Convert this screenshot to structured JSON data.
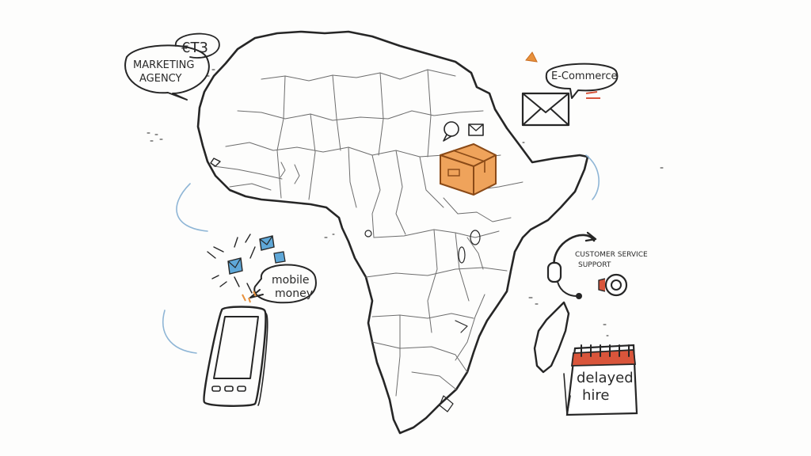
{
  "bubbles": {
    "marketing_line1": "MARKETING",
    "marketing_line2": "AGENCY",
    "marketing_scribble": "€T3",
    "ecommerce": "E-Commerce",
    "mobile_line1": "mobile",
    "mobile_line2": "money",
    "customer_line1": "CUSTOMER SERVICE",
    "customer_line2": "SUPPORT",
    "delayed_line1": "delayed",
    "delayed_line2": "hire"
  },
  "colors": {
    "ink": "#262626",
    "accent_orange": "#e8913c",
    "accent_blue": "#5fa8d8",
    "accent_red": "#d9553b"
  },
  "icons": [
    "envelope-icon",
    "package-box-icon",
    "headset-icon",
    "smartphone-icon",
    "calendar-icon",
    "speech-bubble-icon"
  ]
}
